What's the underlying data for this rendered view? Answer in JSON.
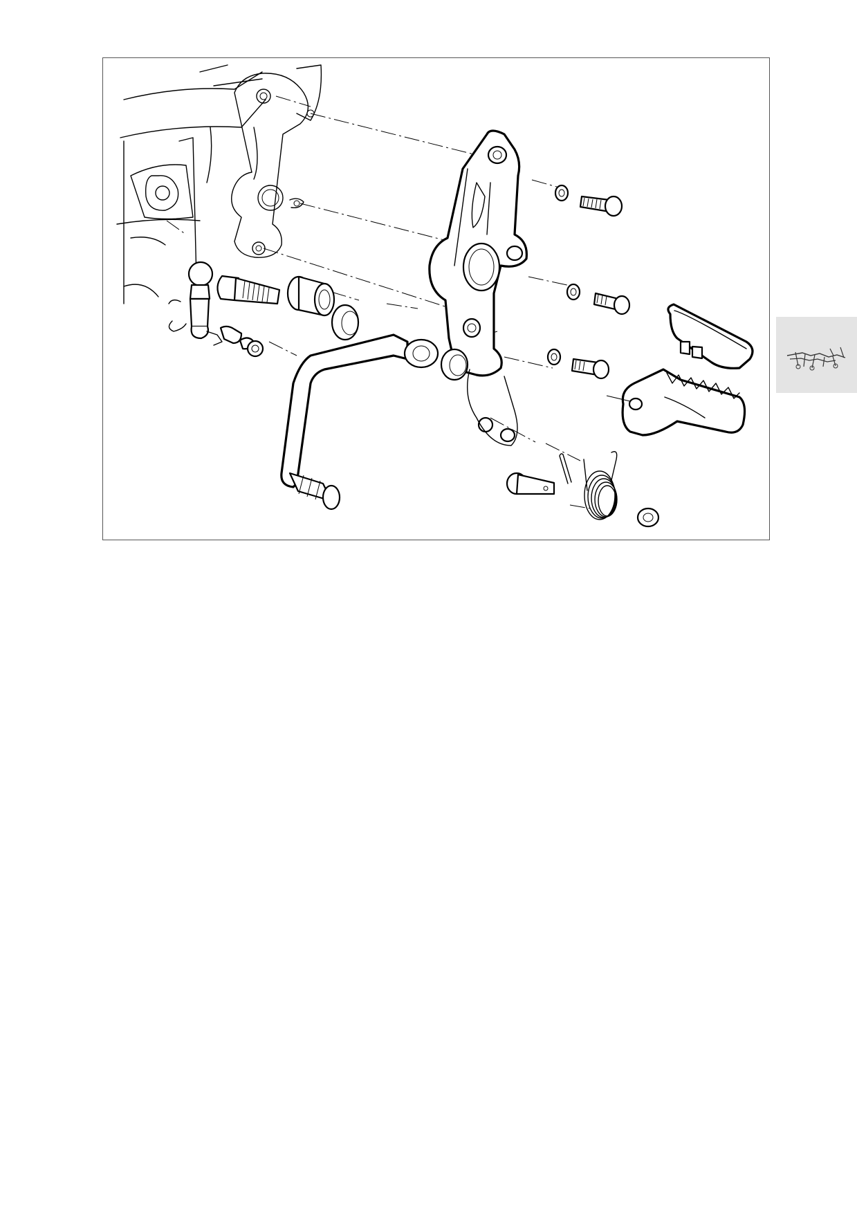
{
  "page": {
    "background": "#ffffff",
    "frame_color": "#555555",
    "tab_color": "#e4e4e4"
  },
  "figure": {
    "parts": [
      "engine-casing",
      "frame-bracket",
      "footrest-bracket",
      "mounting-bolt",
      "washer",
      "ball-joint-rod",
      "circlip",
      "pivot-bolt",
      "pivot-sleeve",
      "bushing",
      "gear-shift-lever",
      "pin",
      "split-pin",
      "return-spring",
      "rubber-footrest-insert",
      "footpeg"
    ]
  },
  "section_tab": {
    "icon": "footrest-assembly-thumbnail-icon"
  }
}
